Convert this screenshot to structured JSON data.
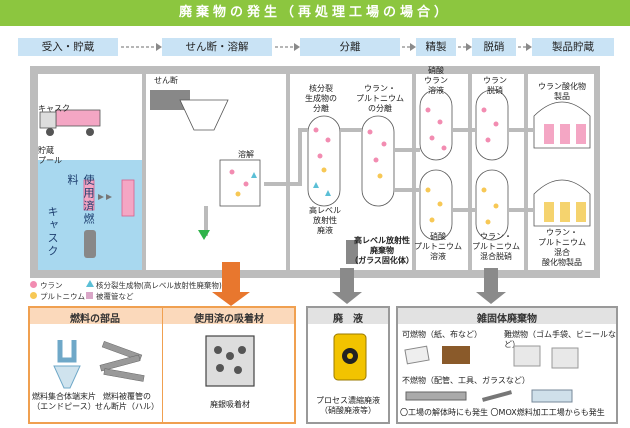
{
  "title": "廃棄物の発生（再処理工場の場合）",
  "stages": [
    "受入・貯蔵",
    "せん断・溶解",
    "分離",
    "精製",
    "脱硝",
    "製品貯蔵"
  ],
  "labels": {
    "cask_top": "キャスク",
    "storage_pool": "貯蔵\nプール",
    "used_fuel": "使用済燃料",
    "cask_side": "キャスク",
    "shear": "せん断",
    "dissolve": "溶解",
    "fp_sep": "核分裂\n生成物の\n分離",
    "u_pu_sep": "ウラン・\nプルトニウム\nの分離",
    "hlw": "高レベル\n放射性\n廃液",
    "nitrate_u": "硝酸\nウラン\n溶液",
    "u_denitration": "ウラン\n脱硝",
    "uo2_product": "ウラン酸化物\n製品",
    "nitrate_pu": "硝酸\nプルトニウム\n溶液",
    "mixed_denitration": "ウラン・\nプルトニウム\n混合脱硝",
    "mox_product": "ウラン・\nプルトニウム\n混合\n酸化物製品",
    "vitrified": "高レベル放射性\n廃棄物\n（ガラス固化体）"
  },
  "legend": {
    "uranium": "ウラン",
    "fp": "核分裂生成物(高レベル放射性廃棄物)",
    "plutonium": "プルトニウム",
    "cladding": "被覆管など"
  },
  "bottom": {
    "fuel_parts_title": "燃料の部品",
    "used_adsorbent_title": "使用済の吸着材",
    "endpiece": "燃料集合体端末片\n（エンドピース）",
    "hull": "燃料被覆管の\nせん断片（ハル）",
    "waste_adsorbent": "廃銀吸着材",
    "liquid_title": "廃　液",
    "process_liquid": "プロセス濃縮廃液\n（硝酸廃液等）",
    "misc_title": "雑固体廃棄物",
    "combustible": "可燃物（紙、布など）",
    "flame_retardant": "難燃物（ゴム手袋、ビニールなど）",
    "noncombustible": "不燃物（配管、工具、ガラスなど）",
    "note": "〇工場の解体時にも発生 〇MOX燃料加工工場からも発生"
  },
  "colors": {
    "banner": "#8cc63f",
    "stage_box": "#c9e3f5",
    "stage_arrow": "#8a8a8a",
    "plant_bg": "#bdbdbd",
    "pool_water": "#a8d8ef",
    "uranium_dot": "#f28cb1",
    "pu_dot": "#f7c855",
    "fp_dot": "#5bbfd6",
    "process_pipe": "#ffffff",
    "orange_arrow": "#e8772e",
    "orange_box": "#f0a050",
    "liquid_drum": "#f2c300",
    "product_pink": "#f4a6c4",
    "product_yellow": "#f5d36e"
  }
}
